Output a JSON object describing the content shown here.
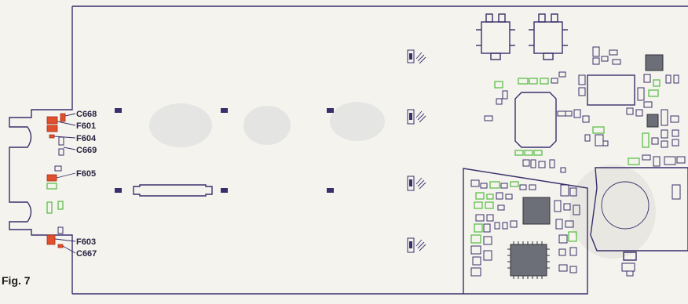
{
  "figure": {
    "label": "Fig. 7"
  },
  "component_labels": {
    "c668": "C668",
    "f601": "F601",
    "f604": "F604",
    "c669": "C669",
    "f605": "F605",
    "f603": "F603",
    "c667": "C667"
  },
  "colors": {
    "outline": "#3a2f6b",
    "component_green": "#5fbf4a",
    "highlight_red": "#e0502e",
    "ic_gray": "#6c6f78",
    "paper": "#f4f3ee"
  }
}
